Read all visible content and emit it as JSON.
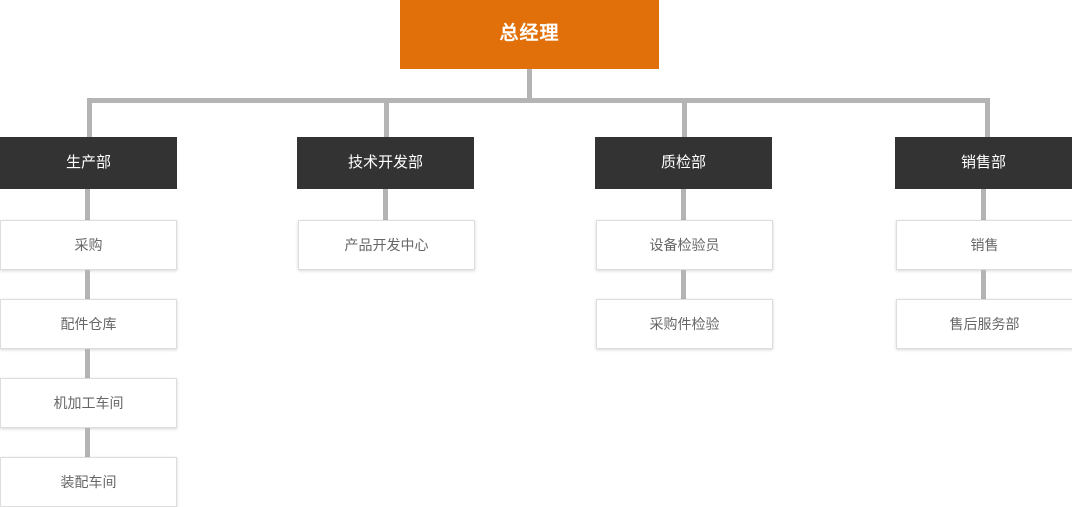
{
  "chart_data": {
    "type": "diagram",
    "diagram_type": "organization-chart",
    "title": "",
    "orientation": "top-down",
    "colors": {
      "root_background": "#e2700a",
      "root_text": "#ffffff",
      "department_background": "#333333",
      "department_text": "#ffffff",
      "leaf_background": "#ffffff",
      "leaf_text": "#666666",
      "leaf_border": "#dddddd",
      "connector": "#b4b4b4",
      "page_background": "#ffffff"
    },
    "root": {
      "label": "总经理"
    },
    "branches": [
      {
        "label": "生产部",
        "children": [
          "采购",
          "配件仓库",
          "机加工车间",
          "装配车间"
        ]
      },
      {
        "label": "技术开发部",
        "children": [
          "产品开发中心"
        ]
      },
      {
        "label": "质检部",
        "children": [
          "设备检验员",
          "采购件检验"
        ]
      },
      {
        "label": "销售部",
        "children": [
          "销售",
          "售后服务部"
        ]
      }
    ]
  },
  "root": {
    "label": "总经理"
  },
  "departments": [
    {
      "label": "生产部"
    },
    {
      "label": "技术开发部"
    },
    {
      "label": "质检部"
    },
    {
      "label": "销售部"
    }
  ],
  "col1": {
    "n0": "采购",
    "n1": "配件仓库",
    "n2": "机加工车间",
    "n3": "装配车间"
  },
  "col2": {
    "n0": "产品开发中心"
  },
  "col3": {
    "n0": "设备检验员",
    "n1": "采购件检验"
  },
  "col4": {
    "n0": "销售",
    "n1": "售后服务部"
  }
}
